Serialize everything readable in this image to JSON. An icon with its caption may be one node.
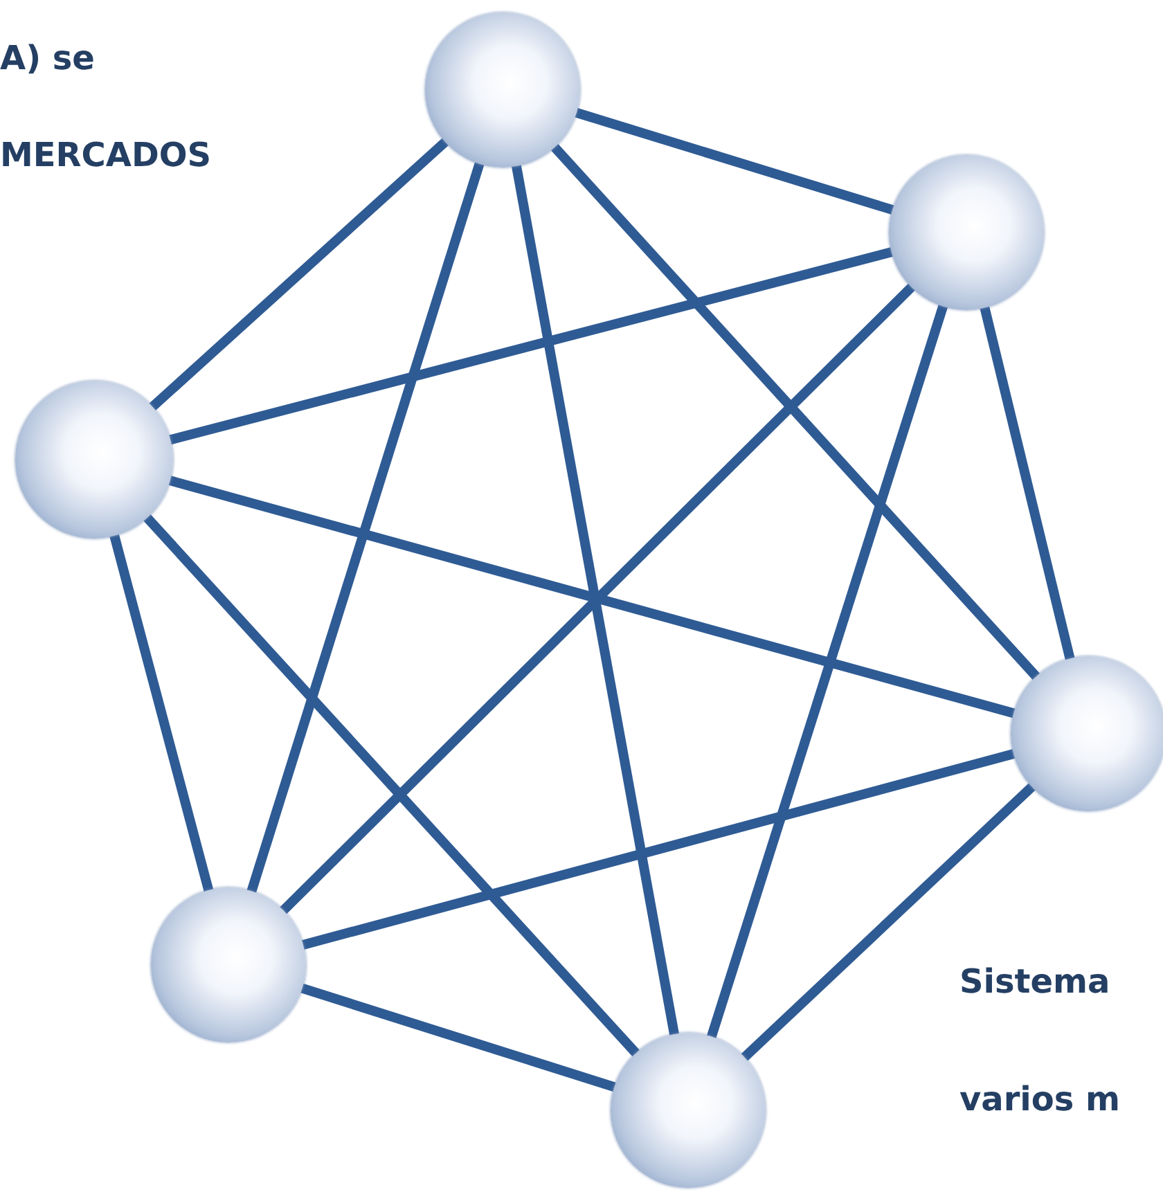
{
  "diagram": {
    "nodes": [
      {
        "text": [],
        "shape": "circle"
      },
      {
        "text": [],
        "shape": "circle"
      },
      {
        "text": [],
        "shape": "circle"
      },
      {
        "text": [],
        "shape": "circle"
      },
      {
        "text": [],
        "shape": "circle"
      },
      {
        "text": [],
        "shape": "circle"
      }
    ],
    "edges": [
      {
        "from": 0,
        "to": 1,
        "arrow": "none"
      },
      {
        "from": 0,
        "to": 2,
        "arrow": "none"
      },
      {
        "from": 0,
        "to": 3,
        "arrow": "none"
      },
      {
        "from": 0,
        "to": 4,
        "arrow": "none"
      },
      {
        "from": 0,
        "to": 5,
        "arrow": "none"
      },
      {
        "from": 1,
        "to": 2,
        "arrow": "none"
      },
      {
        "from": 1,
        "to": 3,
        "arrow": "none"
      },
      {
        "from": 1,
        "to": 4,
        "arrow": "none"
      },
      {
        "from": 1,
        "to": 5,
        "arrow": "none"
      },
      {
        "from": 2,
        "to": 3,
        "arrow": "none"
      },
      {
        "from": 2,
        "to": 4,
        "arrow": "none"
      },
      {
        "from": 2,
        "to": 5,
        "arrow": "none"
      },
      {
        "from": 3,
        "to": 4,
        "arrow": "none"
      },
      {
        "from": 3,
        "to": 5,
        "arrow": "none"
      },
      {
        "from": 4,
        "to": 5,
        "arrow": "none"
      }
    ],
    "labels": [
      "A) se",
      "MERCADOS",
      "Sistema",
      "varios m"
    ]
  }
}
